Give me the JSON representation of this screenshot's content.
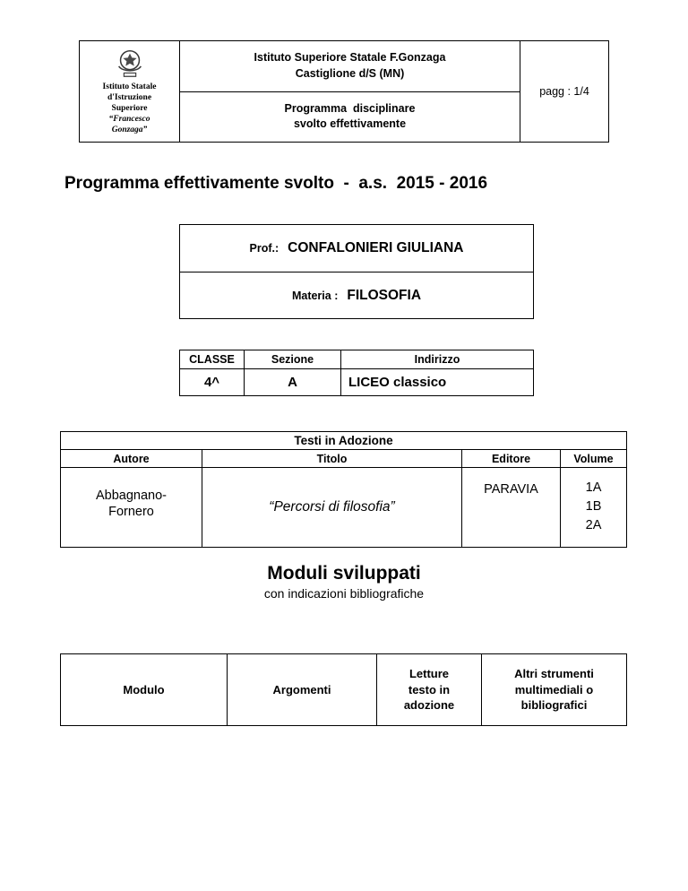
{
  "header": {
    "logo_icon": "school-emblem-icon",
    "logo_lines": [
      "Istituto Statale",
      "d'Istruzione",
      "Superiore"
    ],
    "logo_name_lines": [
      "“Francesco",
      "Gonzaga”"
    ],
    "institute_name": "Istituto Superiore Statale F.Gonzaga",
    "institute_location": "Castiglione d/S (MN)",
    "document_type_line1": "Programma  disciplinare",
    "document_type_line2": "svolto effettivamente",
    "page_count": "pagg : 1/4"
  },
  "main_title": "Programma effettivamente svolto  -  a.s.  2015 - 2016",
  "teacher_table": {
    "prof_label": "Prof.:",
    "prof_name": "CONFALONIERI GIULIANA",
    "subject_label": "Materia :",
    "subject_name": "FILOSOFIA"
  },
  "class_table": {
    "headers": [
      "CLASSE",
      "Sezione",
      "Indirizzo"
    ],
    "classe": "4^",
    "sezione": "A",
    "indirizzo": "LICEO classico"
  },
  "adoption_table": {
    "title": "Testi in Adozione",
    "headers": [
      "Autore",
      "Titolo",
      "Editore",
      "Volume"
    ],
    "autore": "Abbagnano-\nFornero",
    "titolo": "“Percorsi di filosofia”",
    "editore": "PARAVIA",
    "volume": "1A\n1B\n2A"
  },
  "modules_section": {
    "title": "Moduli sviluppati",
    "subtitle": "con indicazioni bibliografiche",
    "headers": [
      "Modulo",
      "Argomenti",
      "Letture\ntesto in\nadozione",
      "Altri strumenti\nmultimediali o\nbibliografici"
    ]
  }
}
